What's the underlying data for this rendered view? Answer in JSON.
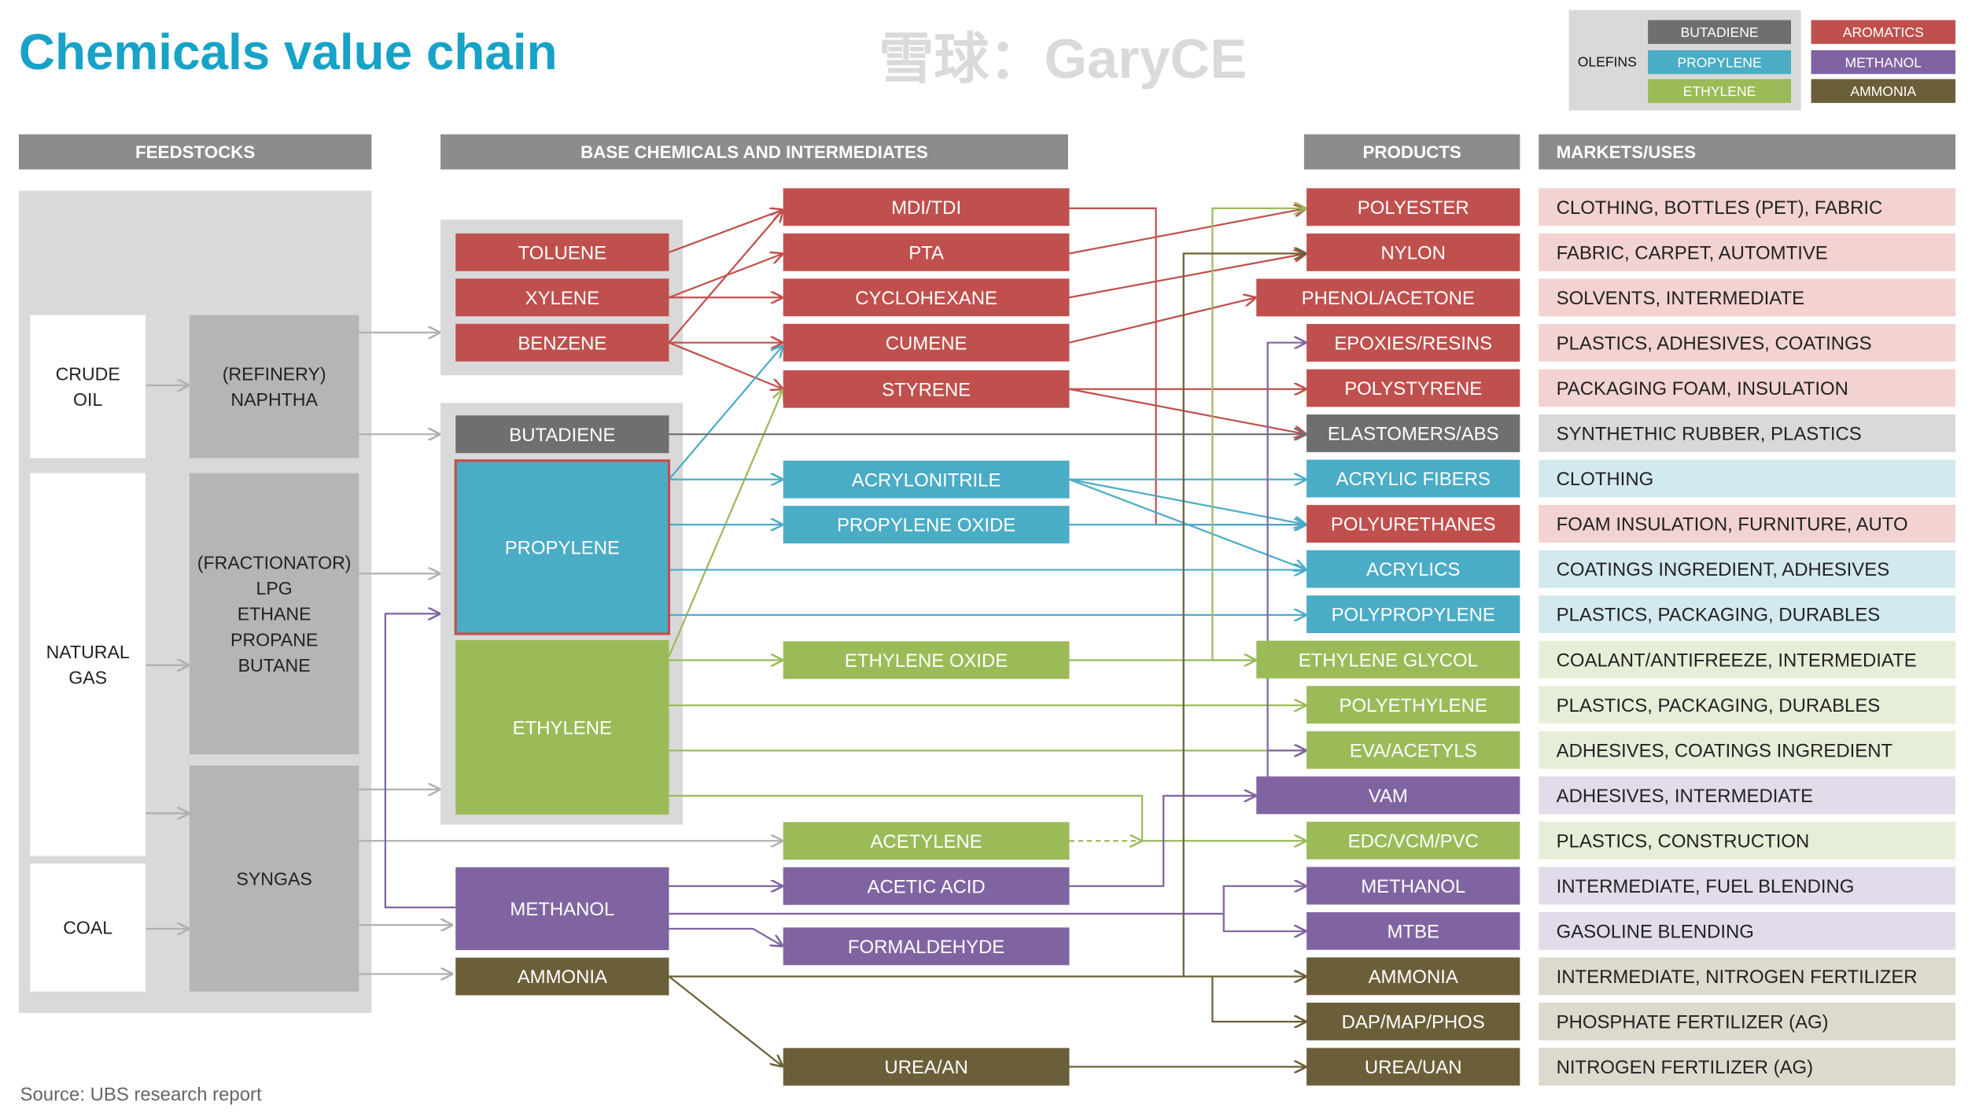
{
  "title": "Chemicals value chain",
  "source": "Source: UBS research report",
  "watermark": "雪球：GaryCE",
  "legend": {
    "olefins_label": "OLEFINS",
    "items": [
      {
        "label": "BUTADIENE",
        "color": "#6f6f6f"
      },
      {
        "label": "PROPYLENE",
        "color": "#4bacc6"
      },
      {
        "label": "ETHYLENE",
        "color": "#9bbb59"
      },
      {
        "label": "AROMATICS",
        "color": "#c0504d"
      },
      {
        "label": "METHANOL",
        "color": "#8064a2"
      },
      {
        "label": "AMMONIA",
        "color": "#6b5f3a"
      }
    ]
  },
  "headers": {
    "feedstocks": "FEEDSTOCKS",
    "base": "BASE CHEMICALS AND INTERMEDIATES",
    "products": "PRODUCTS",
    "markets": "MARKETS/USES"
  },
  "feedstocks": {
    "crude": [
      "CRUDE",
      "OIL"
    ],
    "gas": [
      "NATURAL",
      "GAS"
    ],
    "coal": [
      "COAL"
    ],
    "naphtha": [
      "(REFINERY)",
      "NAPHTHA"
    ],
    "fractionator": [
      "(FRACTIONATOR)",
      "LPG",
      "ETHANE",
      "PROPANE",
      "BUTANE"
    ],
    "syngas": [
      "SYNGAS"
    ]
  },
  "base": {
    "toluene": "TOLUENE",
    "xylene": "XYLENE",
    "benzene": "BENZENE",
    "butadiene": "BUTADIENE",
    "propylene": "PROPYLENE",
    "ethylene": "ETHYLENE",
    "methanol": "METHANOL",
    "ammonia": "AMMONIA"
  },
  "intermediates": [
    "MDI/TDI",
    "PTA",
    "CYCLOHEXANE",
    "CUMENE",
    "STYRENE",
    "ACRYLONITRILE",
    "PROPYLENE OXIDE",
    "ETHYLENE OXIDE",
    "ACETYLENE",
    "ACETIC ACID",
    "FORMALDEHYDE",
    "UREA/AN"
  ],
  "products": [
    "POLYESTER",
    "NYLON",
    "PHENOL/ACETONE",
    "EPOXIES/RESINS",
    "POLYSTYRENE",
    "ELASTOMERS/ABS",
    "ACRYLIC FIBERS",
    "POLYURETHANES",
    "ACRYLICS",
    "POLYPROPYLENE",
    "ETHYLENE GLYCOL",
    "POLYETHYLENE",
    "EVA/ACETYLS",
    "VAM",
    "EDC/VCM/PVC",
    "METHANOL",
    "MTBE",
    "AMMONIA",
    "DAP/MAP/PHOS",
    "UREA/UAN"
  ],
  "markets": [
    "CLOTHING, BOTTLES (PET), FABRIC",
    "FABRIC, CARPET, AUTOMTIVE",
    "SOLVENTS, INTERMEDIATE",
    "PLASTICS, ADHESIVES, COATINGS",
    "PACKAGING FOAM, INSULATION",
    "SYNTHETHIC RUBBER, PLASTICS",
    "CLOTHING",
    "FOAM INSULATION, FURNITURE, AUTO",
    "COATINGS INGREDIENT, ADHESIVES",
    "PLASTICS, PACKAGING, DURABLES",
    "COALANT/ANTIFREEZE, INTERMEDIATE",
    "PLASTICS, PACKAGING, DURABLES",
    "ADHESIVES, COATINGS INGREDIENT",
    "ADHESIVES, INTERMEDIATE",
    "PLASTICS, CONSTRUCTION",
    "INTERMEDIATE, FUEL BLENDING",
    "GASOLINE BLENDING",
    "INTERMEDIATE, NITROGEN FERTILIZER",
    "PHOSPHATE FERTILIZER (AG)",
    "NITROGEN FERTILIZER (AG)"
  ],
  "colors": {
    "title": "#17a2c7",
    "header": "#8c8c8c",
    "aromatics": "#c0504d",
    "butadiene": "#6f6f6f",
    "propylene": "#4bacc6",
    "ethylene": "#9bbb59",
    "methanol": "#8064a2",
    "ammonia": "#6b5f3a"
  }
}
